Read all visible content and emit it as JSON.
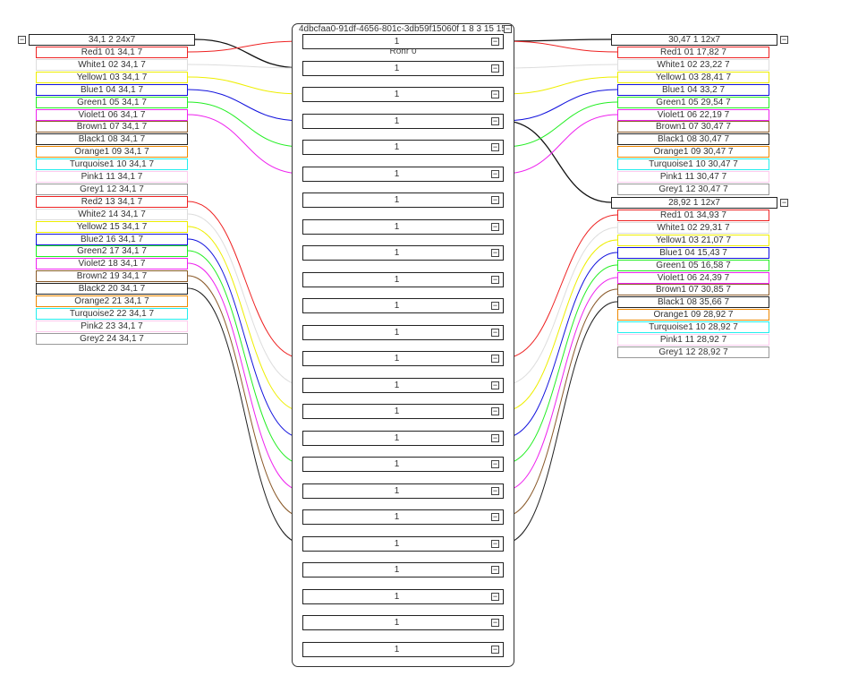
{
  "pipe": {
    "title": "4dbcfaa0-91df-4656-801c-3db59f15060f 1 8 3 15 15",
    "subtitle": "Rohr 0",
    "collapse_glyph": "−",
    "slots": [
      "1",
      "1",
      "1",
      "1",
      "1",
      "1",
      "1",
      "1",
      "1",
      "1",
      "1",
      "1",
      "1",
      "1",
      "1",
      "1",
      "1",
      "1",
      "1",
      "1",
      "1",
      "1",
      "1",
      "1"
    ]
  },
  "colors": {
    "Red": "#ee2222",
    "White": "#dddddd",
    "Yellow": "#eeee00",
    "Blue": "#1111dd",
    "Green": "#22ee22",
    "Violet": "#ee22ee",
    "Brown": "#8a5a2a",
    "Black": "#222222",
    "Orange": "#ee8800",
    "Turquoise": "#22eeee",
    "Pink": "#ffccee",
    "Grey": "#999999"
  },
  "cables": [
    {
      "id": "left-cable",
      "header": "34,1 2 24x7",
      "fibers": [
        {
          "label": "Red1 01 34,1 7",
          "color": "Red"
        },
        {
          "label": "White1 02 34,1 7",
          "color": "White"
        },
        {
          "label": "Yellow1 03 34,1 7",
          "color": "Yellow"
        },
        {
          "label": "Blue1 04 34,1 7",
          "color": "Blue"
        },
        {
          "label": "Green1 05 34,1 7",
          "color": "Green"
        },
        {
          "label": "Violet1 06 34,1 7",
          "color": "Violet"
        },
        {
          "label": "Brown1 07 34,1 7",
          "color": "Brown"
        },
        {
          "label": "Black1 08 34,1 7",
          "color": "Black"
        },
        {
          "label": "Orange1 09 34,1 7",
          "color": "Orange"
        },
        {
          "label": "Turquoise1 10 34,1 7",
          "color": "Turquoise"
        },
        {
          "label": "Pink1 11 34,1 7",
          "color": "Pink"
        },
        {
          "label": "Grey1 12 34,1 7",
          "color": "Grey"
        },
        {
          "label": "Red2 13 34,1 7",
          "color": "Red"
        },
        {
          "label": "White2 14 34,1 7",
          "color": "White"
        },
        {
          "label": "Yellow2 15 34,1 7",
          "color": "Yellow"
        },
        {
          "label": "Blue2 16 34,1 7",
          "color": "Blue"
        },
        {
          "label": "Green2 17 34,1 7",
          "color": "Green"
        },
        {
          "label": "Violet2 18 34,1 7",
          "color": "Violet"
        },
        {
          "label": "Brown2 19 34,1 7",
          "color": "Brown"
        },
        {
          "label": "Black2 20 34,1 7",
          "color": "Black"
        },
        {
          "label": "Orange2 21 34,1 7",
          "color": "Orange"
        },
        {
          "label": "Turquoise2 22 34,1 7",
          "color": "Turquoise"
        },
        {
          "label": "Pink2 23 34,1 7",
          "color": "Pink"
        },
        {
          "label": "Grey2 24 34,1 7",
          "color": "Grey"
        }
      ]
    },
    {
      "id": "right-cable-a",
      "header": "30,47 1 12x7",
      "fibers": [
        {
          "label": "Red1 01 17,82 7",
          "color": "Red"
        },
        {
          "label": "White1 02 23,22 7",
          "color": "White"
        },
        {
          "label": "Yellow1 03 28,41 7",
          "color": "Yellow"
        },
        {
          "label": "Blue1 04 33,2 7",
          "color": "Blue"
        },
        {
          "label": "Green1 05 29,54 7",
          "color": "Green"
        },
        {
          "label": "Violet1 06 22,19 7",
          "color": "Violet"
        },
        {
          "label": "Brown1 07 30,47 7",
          "color": "Brown"
        },
        {
          "label": "Black1 08 30,47 7",
          "color": "Black"
        },
        {
          "label": "Orange1 09 30,47 7",
          "color": "Orange"
        },
        {
          "label": "Turquoise1 10 30,47 7",
          "color": "Turquoise"
        },
        {
          "label": "Pink1 11 30,47 7",
          "color": "Pink"
        },
        {
          "label": "Grey1 12 30,47 7",
          "color": "Grey"
        }
      ]
    },
    {
      "id": "right-cable-b",
      "header": "28,92 1 12x7",
      "fibers": [
        {
          "label": "Red1 01 34,93 7",
          "color": "Red"
        },
        {
          "label": "White1 02 29,31 7",
          "color": "White"
        },
        {
          "label": "Yellow1 03 21,07 7",
          "color": "Yellow"
        },
        {
          "label": "Blue1 04 15,43 7",
          "color": "Blue"
        },
        {
          "label": "Green1 05 16,58 7",
          "color": "Green"
        },
        {
          "label": "Violet1 06 24,39 7",
          "color": "Violet"
        },
        {
          "label": "Brown1 07 30,85 7",
          "color": "Brown"
        },
        {
          "label": "Black1 08 35,66 7",
          "color": "Black"
        },
        {
          "label": "Orange1 09 28,92 7",
          "color": "Orange"
        },
        {
          "label": "Turquoise1 10 28,92 7",
          "color": "Turquoise"
        },
        {
          "label": "Pink1 11 28,92 7",
          "color": "Pink"
        },
        {
          "label": "Grey1 12 28,92 7",
          "color": "Grey"
        }
      ]
    }
  ],
  "connections": [
    {
      "from": "left-cable.header",
      "to": "pipe.slot.1"
    },
    {
      "from": "right-cable-a.header",
      "to": "pipe.slot.0"
    },
    {
      "from": "right-cable-b.header",
      "to": "pipe.slot.3"
    },
    {
      "from": "left-cable.fiber.0",
      "to": "pipe.slot.0",
      "color": "Red"
    },
    {
      "from": "left-cable.fiber.1",
      "to": "pipe.slot.1",
      "color": "White"
    },
    {
      "from": "left-cable.fiber.2",
      "to": "pipe.slot.2",
      "color": "Yellow"
    },
    {
      "from": "left-cable.fiber.3",
      "to": "pipe.slot.3",
      "color": "Blue"
    },
    {
      "from": "left-cable.fiber.4",
      "to": "pipe.slot.4",
      "color": "Green"
    },
    {
      "from": "left-cable.fiber.5",
      "to": "pipe.slot.5",
      "color": "Violet"
    },
    {
      "from": "left-cable.fiber.12",
      "to": "pipe.slot.12",
      "color": "Red"
    },
    {
      "from": "left-cable.fiber.13",
      "to": "pipe.slot.13",
      "color": "White"
    },
    {
      "from": "left-cable.fiber.14",
      "to": "pipe.slot.14",
      "color": "Yellow"
    },
    {
      "from": "left-cable.fiber.15",
      "to": "pipe.slot.15",
      "color": "Blue"
    },
    {
      "from": "left-cable.fiber.16",
      "to": "pipe.slot.16",
      "color": "Green"
    },
    {
      "from": "left-cable.fiber.17",
      "to": "pipe.slot.17",
      "color": "Violet"
    },
    {
      "from": "left-cable.fiber.18",
      "to": "pipe.slot.18",
      "color": "Brown"
    },
    {
      "from": "left-cable.fiber.19",
      "to": "pipe.slot.19",
      "color": "Black"
    },
    {
      "from": "right-cable-a.fiber.0",
      "to": "pipe.slot.0",
      "color": "Red"
    },
    {
      "from": "right-cable-a.fiber.1",
      "to": "pipe.slot.1",
      "color": "White"
    },
    {
      "from": "right-cable-a.fiber.2",
      "to": "pipe.slot.2",
      "color": "Yellow"
    },
    {
      "from": "right-cable-a.fiber.3",
      "to": "pipe.slot.3",
      "color": "Blue"
    },
    {
      "from": "right-cable-a.fiber.4",
      "to": "pipe.slot.4",
      "color": "Green"
    },
    {
      "from": "right-cable-a.fiber.5",
      "to": "pipe.slot.5",
      "color": "Violet"
    },
    {
      "from": "right-cable-b.fiber.0",
      "to": "pipe.slot.12",
      "color": "Red"
    },
    {
      "from": "right-cable-b.fiber.1",
      "to": "pipe.slot.13",
      "color": "White"
    },
    {
      "from": "right-cable-b.fiber.2",
      "to": "pipe.slot.14",
      "color": "Yellow"
    },
    {
      "from": "right-cable-b.fiber.3",
      "to": "pipe.slot.15",
      "color": "Blue"
    },
    {
      "from": "right-cable-b.fiber.4",
      "to": "pipe.slot.16",
      "color": "Green"
    },
    {
      "from": "right-cable-b.fiber.5",
      "to": "pipe.slot.17",
      "color": "Violet"
    },
    {
      "from": "right-cable-b.fiber.6",
      "to": "pipe.slot.18",
      "color": "Brown"
    },
    {
      "from": "right-cable-b.fiber.7",
      "to": "pipe.slot.19",
      "color": "Black"
    }
  ]
}
